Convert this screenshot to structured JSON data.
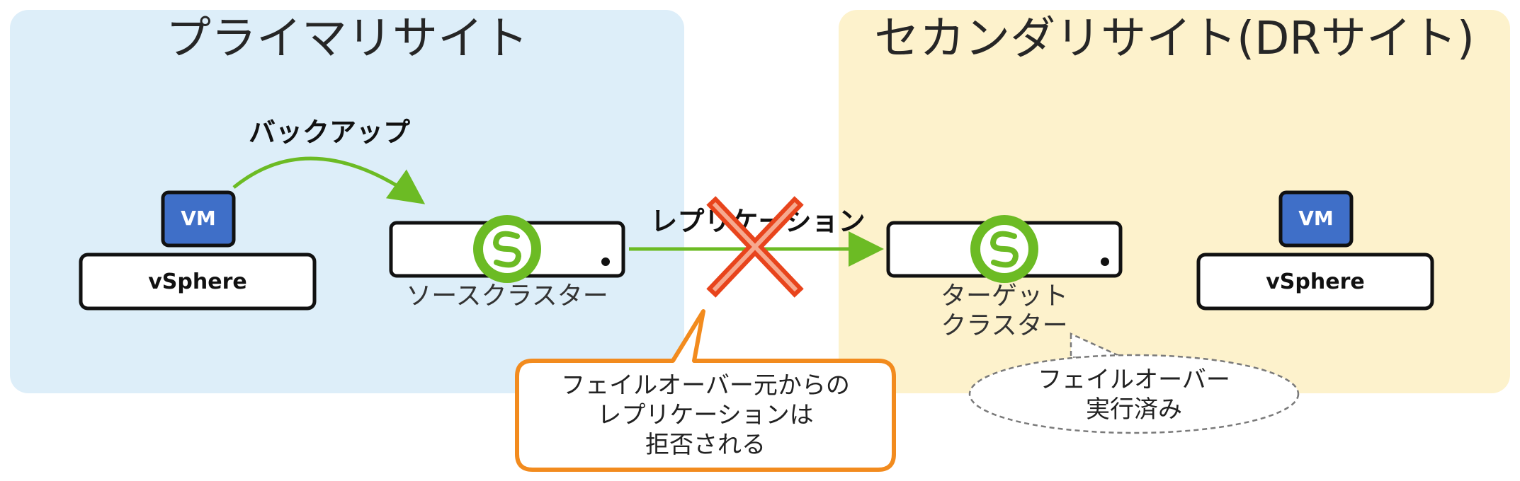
{
  "primary_site": {
    "title": "プライマリサイト",
    "backup_label": "バックアップ",
    "vm_label": "VM",
    "vsphere_label": "vSphere",
    "cluster_caption": "ソースクラスター"
  },
  "secondary_site": {
    "title": "セカンダリサイト(DRサイト)",
    "vm_label": "VM",
    "vsphere_label": "vSphere",
    "cluster_caption_line1": "ターゲット",
    "cluster_caption_line2": "クラスター"
  },
  "replication": {
    "label": "レプリケーション"
  },
  "callout_rejected": {
    "line1": "フェイルオーバー元からの",
    "line2": "レプリケーションは",
    "line3": "拒否される"
  },
  "callout_failover": {
    "line1": "フェイルオーバー",
    "line2": "実行済み"
  },
  "colors": {
    "primary_bg": "#ddeef9",
    "secondary_bg": "#fdf2cc",
    "arrow_green": "#6cbb24",
    "vm_blue": "#3f6fc8",
    "callout_orange": "#f28b1e",
    "cross_red": "#e8441c"
  },
  "icons": {
    "cluster_logo": "s-logo-icon",
    "blocked": "cross-icon"
  }
}
